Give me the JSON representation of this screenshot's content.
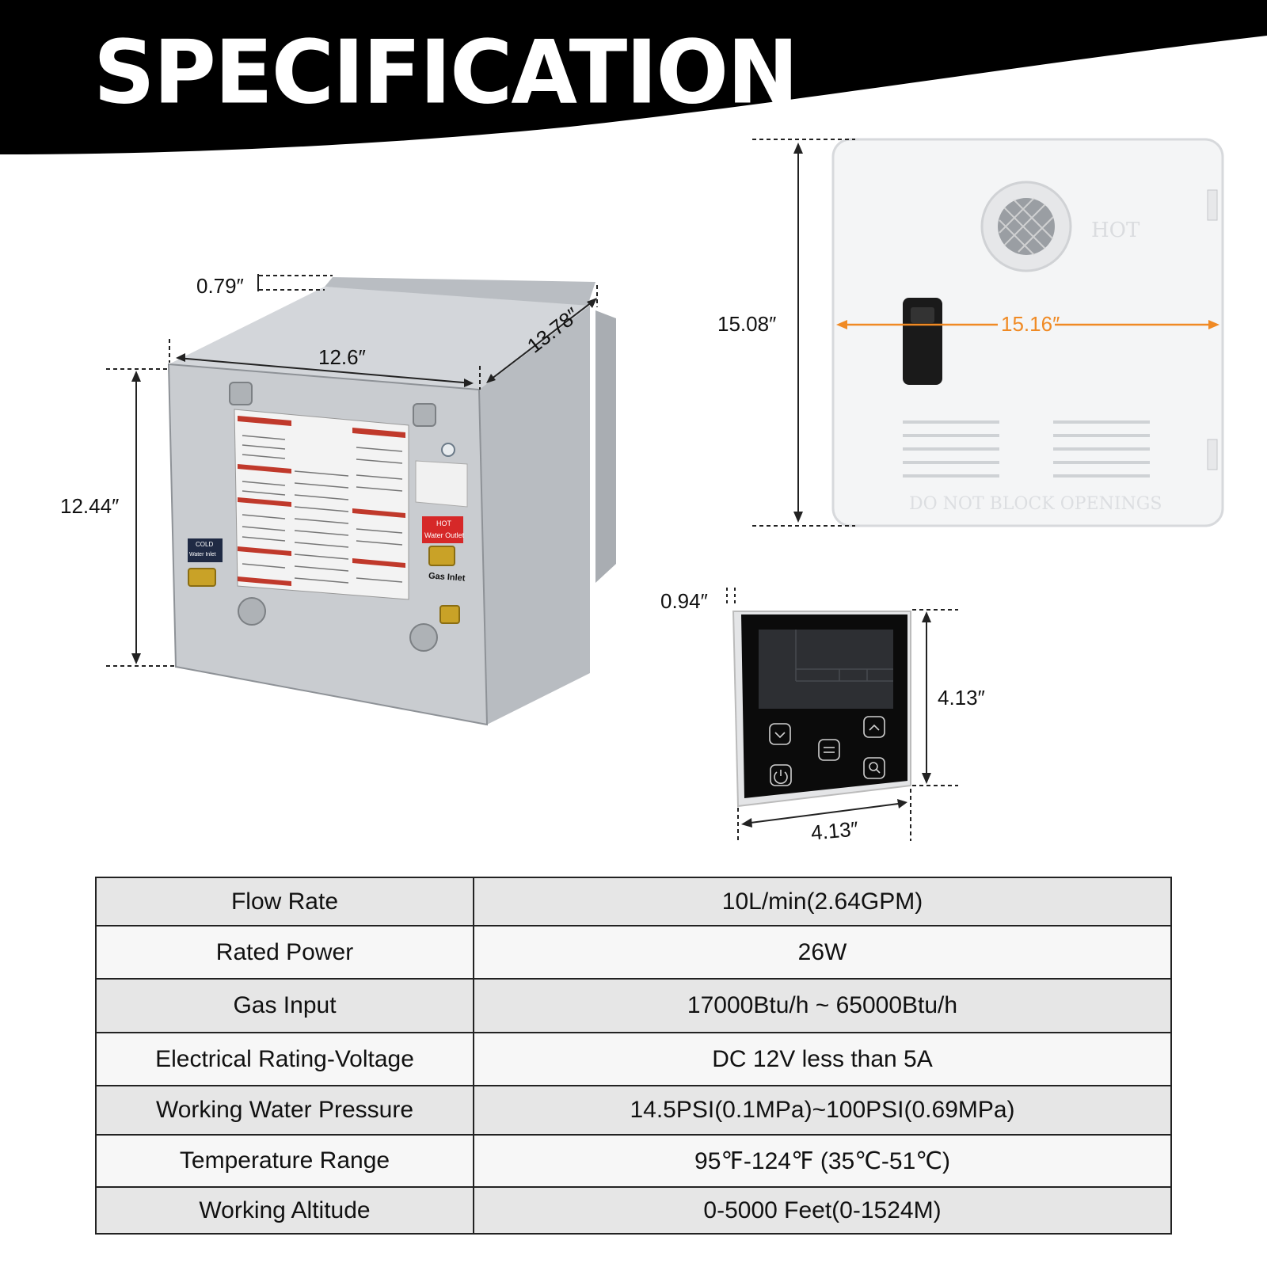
{
  "title": "SPECIFICATION",
  "dimensions": {
    "heater_flange": "0.79″",
    "heater_width": "12.6″",
    "heater_depth": "13.78″",
    "heater_height": "12.44″",
    "door_height": "15.08″",
    "door_width": "15.16″",
    "remote_depth": "0.94″",
    "remote_height": "4.13″",
    "remote_width": "4.13″"
  },
  "product_labels": {
    "cold": "COLD",
    "cold_sub": "Water Inlet",
    "hot": "HOT",
    "hot_sub": "Water Outlet",
    "gas": "Gas Inlet",
    "door_hot": "HOT",
    "door_warning": "DO NOT BLOCK OPENINGS"
  },
  "specs": [
    {
      "label": "Flow Rate",
      "value": "10L/min(2.64GPM)"
    },
    {
      "label": "Rated Power",
      "value": "26W"
    },
    {
      "label": "Gas Input",
      "value": "17000Btu/h ~ 65000Btu/h"
    },
    {
      "label": "Electrical Rating-Voltage",
      "value": "DC 12V less than 5A"
    },
    {
      "label": "Working Water Pressure",
      "value": "14.5PSI(0.1MPa)~100PSI(0.69MPa)"
    },
    {
      "label": "Temperature Range",
      "value": "95℉-124℉ (35℃-51℃)"
    },
    {
      "label": "Working Altitude",
      "value": "0-5000 Feet(0-1524M)"
    }
  ],
  "colors": {
    "banner": "#000000",
    "accent_orange": "#f08a24",
    "table_odd": "#e6e6e6",
    "table_even": "#f7f7f7"
  }
}
